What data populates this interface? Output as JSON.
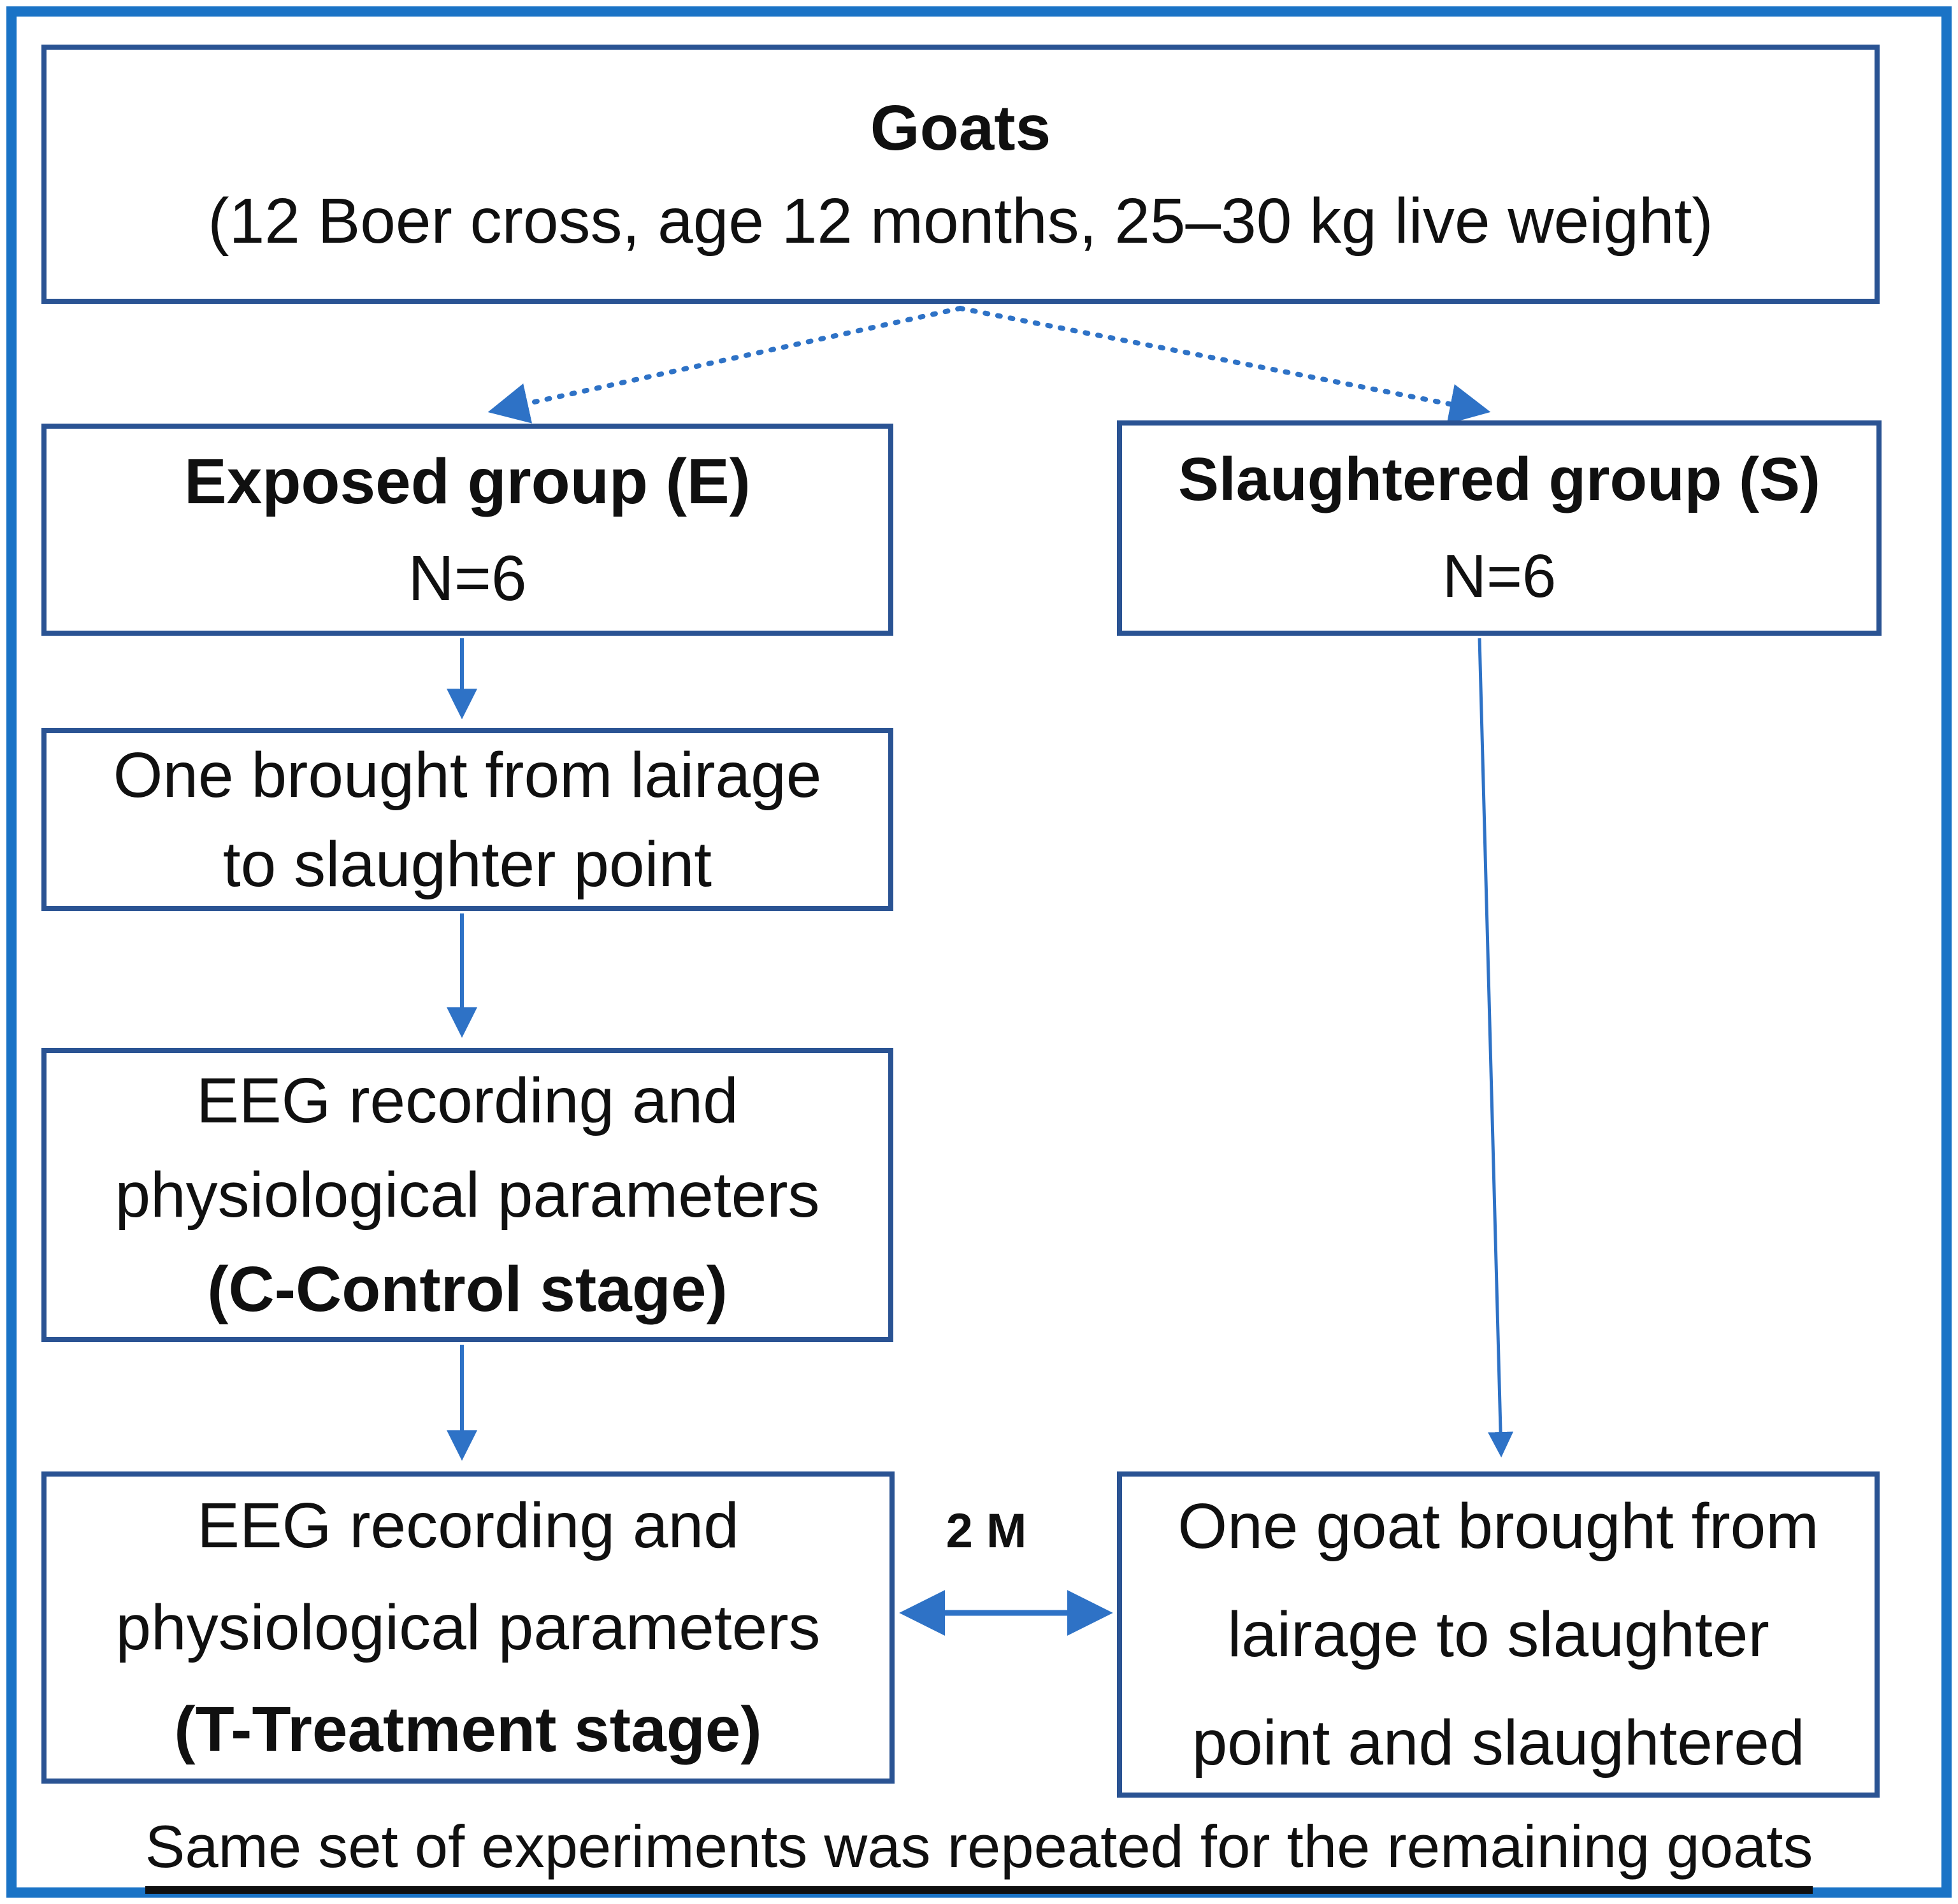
{
  "diagram": {
    "colors": {
      "frame": "#1a73c6",
      "box_border": "#2a5393",
      "arrow": "#2e72c6",
      "text": "#101010"
    },
    "goats_box": {
      "title": "Goats",
      "subtitle": "(12 Boer cross, age 12 months, 25–30 kg live weight)"
    },
    "exposed_box": {
      "title": "Exposed group (E)",
      "count": "N=6"
    },
    "slaughtered_box": {
      "title": "Slaughtered group (S)",
      "count": "N=6"
    },
    "lairage_box": {
      "lines": [
        "One brought from lairage",
        "to slaughter point"
      ]
    },
    "control_box": {
      "lines": [
        "EEG recording and",
        "physiological parameters"
      ],
      "stage": "(C-Control stage)"
    },
    "treatment_box": {
      "lines": [
        "EEG recording and",
        "physiological parameters"
      ],
      "stage": "(T-Treatment stage)"
    },
    "slaughter_flow_box": {
      "lines": [
        "One goat brought from",
        "lairage to slaughter",
        "point and slaughtered"
      ]
    },
    "interval_label": "2 M",
    "footer_note": "Same set of experiments was repeated for the remaining goats"
  }
}
